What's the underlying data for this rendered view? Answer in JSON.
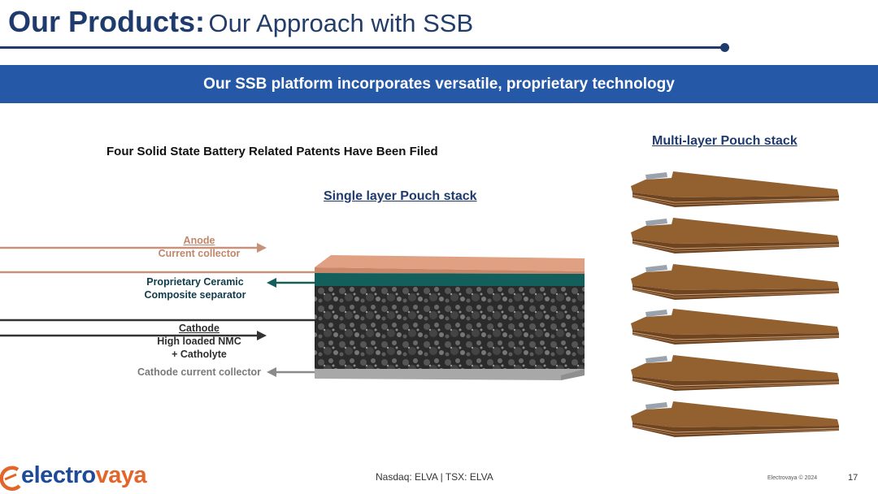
{
  "header": {
    "title_bold": "Our Products:",
    "title_rest": "Our Approach with SSB",
    "banner": "Our SSB platform incorporates versatile, proprietary technology"
  },
  "content": {
    "patents_line": "Four Solid State Battery Related Patents Have Been Filed",
    "single_heading": "Single layer Pouch stack",
    "multi_heading": "Multi-layer Pouch stack",
    "labels": {
      "anode_title": "Anode",
      "anode_sub": "Current collector",
      "separator_l1": "Proprietary Ceramic",
      "separator_l2": "Composite separator",
      "cathode_title": "Cathode",
      "cathode_l2": "High loaded NMC",
      "cathode_l3": "+ Catholyte",
      "cathode_cc": "Cathode current collector"
    }
  },
  "footer": {
    "logo_part1": "electro",
    "logo_part2": "vaya",
    "exchange": "Nasdaq: ELVA | TSX: ELVA",
    "copyright": "Electrovaya © 2024",
    "page_number": "17"
  },
  "colors": {
    "navy": "#1f3b6e",
    "banner_blue": "#2559a8",
    "anode_copper": "#d9987b",
    "separator_teal": "#135f5c",
    "cathode_black": "#2a2a2a",
    "collector_gray": "#a8a8a8",
    "pouch_brown": "#8c5a2f",
    "logo_orange": "#e2652a"
  }
}
